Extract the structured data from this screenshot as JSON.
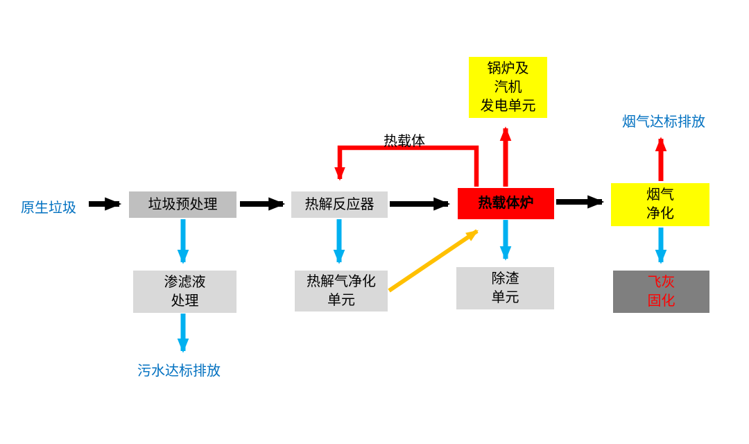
{
  "diagram": {
    "type": "process-flow",
    "language": "zh-CN",
    "nodes": {
      "raw_waste": {
        "label": "原生垃圾"
      },
      "pretreatment": {
        "label": "垃圾预处理"
      },
      "pyrolysis_reactor": {
        "label": "热解反应器"
      },
      "heat_carrier_furnace": {
        "label": "热载体炉"
      },
      "flue_gas_purification": {
        "lines": [
          "烟气",
          "净化"
        ]
      },
      "boiler_turbine_power_unit": {
        "lines": [
          "锅炉及",
          "汽机",
          "发电单元"
        ]
      },
      "leachate_treatment": {
        "lines": [
          "渗滤液",
          "处理"
        ]
      },
      "pyrolysis_gas_purification_unit": {
        "lines": [
          "热解气净化",
          "单元"
        ]
      },
      "slag_removal_unit": {
        "lines": [
          "除渣",
          "单元"
        ]
      },
      "fly_ash_solidification": {
        "lines": [
          "飞灰",
          "固化"
        ]
      },
      "heat_carrier_flow_label": {
        "label": "热载体"
      },
      "flue_gas_standard_discharge": {
        "label": "烟气达标排放"
      },
      "sewage_standard_discharge": {
        "label": "污水达标排放"
      }
    },
    "colors": {
      "blue_text": "#0070C0",
      "blue_arrow": "#00B0F0",
      "red": "#FF0000",
      "yellow": "#FFFF00",
      "orange_arrow": "#FFC000",
      "gray_box": "#BFBFBF",
      "light_gray_box": "#D9D9D9",
      "dark_gray_box": "#7F7F7F",
      "black": "#000000"
    }
  }
}
